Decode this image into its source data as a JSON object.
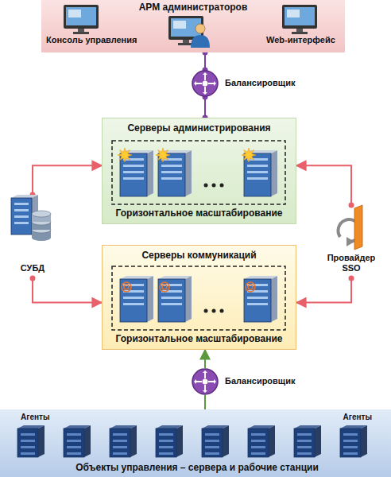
{
  "diagram": {
    "nodes": [
      {
        "text": [
          "АРМ администраторов"
        ]
      },
      {
        "text": [
          "Консоль управления"
        ],
        "in": 0
      },
      {
        "text": [
          "Web-интерфейс"
        ],
        "in": 0
      },
      {
        "text": [
          "Балансировщик"
        ]
      },
      {
        "text": [
          "Серверы администрирования",
          "Горизонтальное масштабирование"
        ]
      },
      {
        "text": [
          "СУБД"
        ]
      },
      {
        "text": [
          "Провайдер SSO"
        ]
      },
      {
        "text": [
          "Серверы коммуникаций",
          "Горизонтальное масштабирование"
        ]
      },
      {
        "text": [
          "Балансировщик"
        ]
      },
      {
        "text": [
          "Агенты",
          "Агенты",
          "Объекты управления – сервера и рабочие станции"
        ]
      }
    ],
    "edges": [
      {
        "from": 0,
        "to": 3,
        "arrow": "none"
      },
      {
        "from": 3,
        "to": 4,
        "arrow": "none"
      },
      {
        "from": 5,
        "to": 4,
        "arrow": "to"
      },
      {
        "from": 5,
        "to": 7,
        "arrow": "to"
      },
      {
        "from": 6,
        "to": 4,
        "arrow": "to"
      },
      {
        "from": 6,
        "to": 7,
        "arrow": "to"
      },
      {
        "from": 8,
        "to": 7,
        "arrow": "to"
      },
      {
        "from": 9,
        "to": 8,
        "arrow": "none"
      }
    ]
  }
}
